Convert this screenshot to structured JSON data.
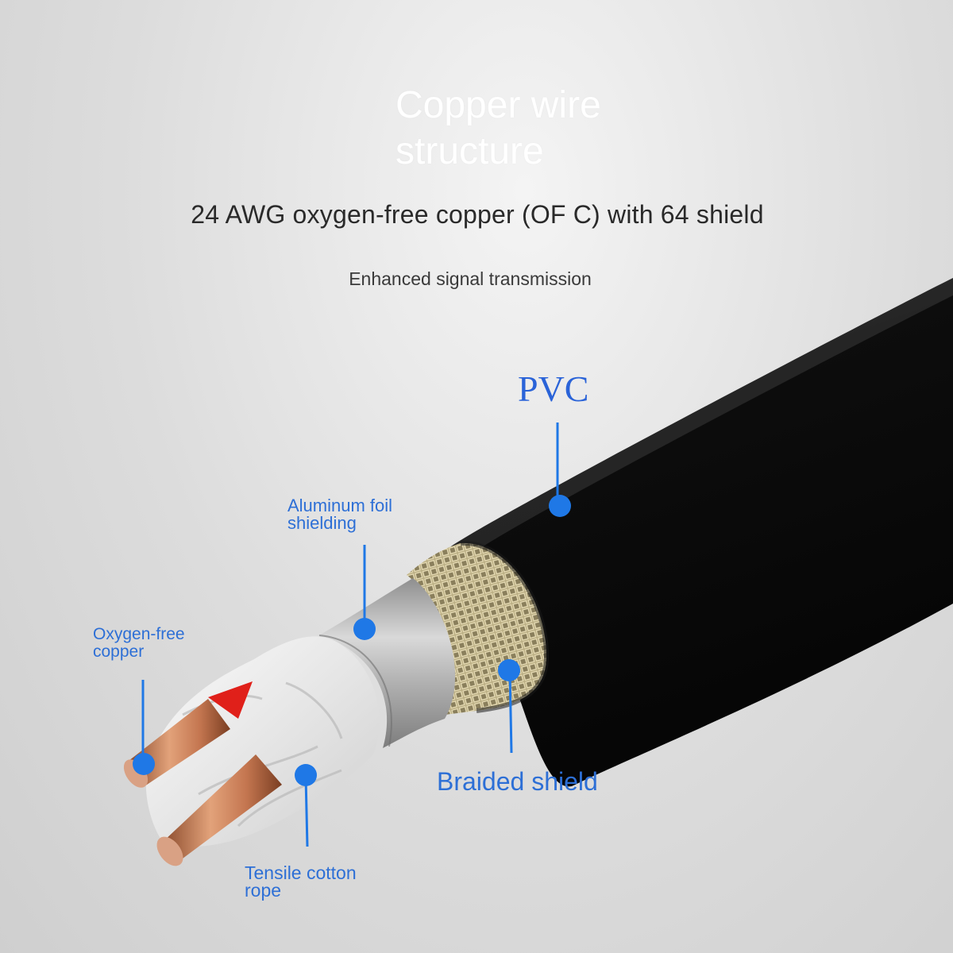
{
  "header": {
    "title_line1": "Copper wire",
    "title_line2": "structure",
    "subtitle": "24 AWG oxygen-free copper (OF C) with 64 shield",
    "tagline": "Enhanced signal transmission"
  },
  "labels": {
    "pvc": "PVC",
    "aluminum_line1": "Aluminum foil",
    "aluminum_line2": "shielding",
    "copper_line1": "Oxygen-free",
    "copper_line2": "copper",
    "braided": "Braided shield",
    "rope_line1": "Tensile cotton",
    "rope_line2": "rope"
  },
  "colors": {
    "accent_blue": "#2d6fd6",
    "marker_blue": "#1f78e6",
    "jacket": "#151515",
    "braid": "#c9bd95",
    "copper": "#c9825c",
    "red_insulation": "#e0201a"
  }
}
